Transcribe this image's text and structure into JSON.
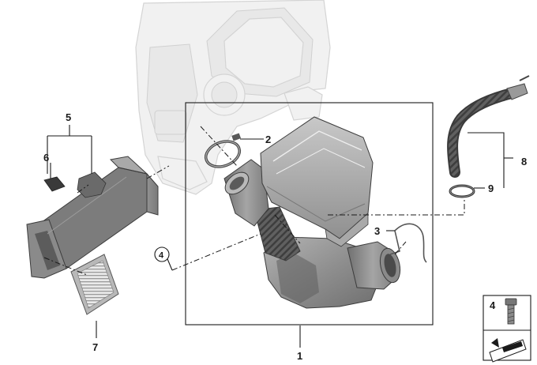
{
  "callouts": {
    "c1": "1",
    "c2": "2",
    "c3": "3",
    "c4_circle": "4",
    "c5": "5",
    "c6": "6",
    "c7": "7",
    "c8": "8",
    "c9": "9",
    "legend_4": "4"
  }
}
